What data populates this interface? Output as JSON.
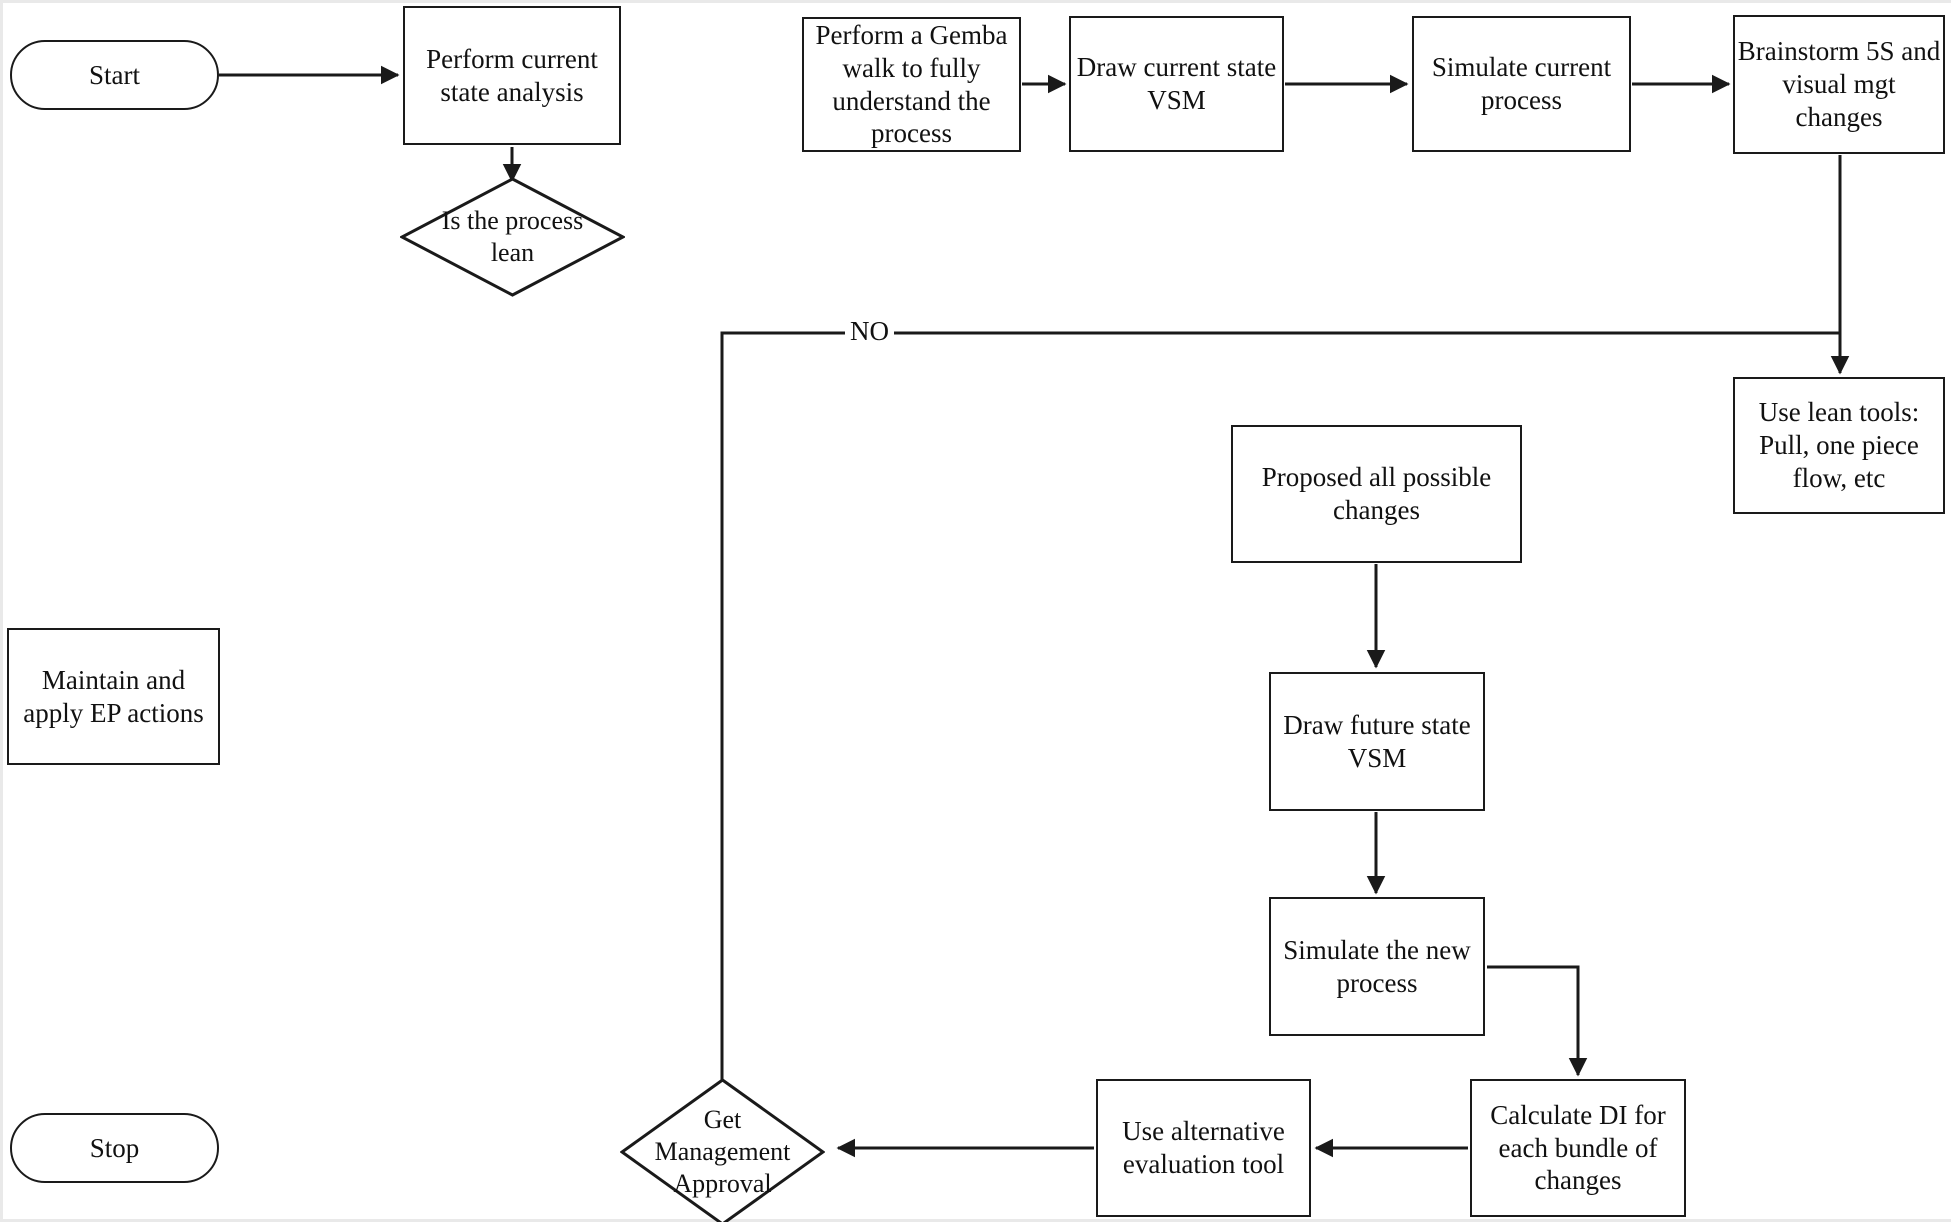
{
  "diagram": {
    "type": "flowchart",
    "title": "Lean process improvement flowchart",
    "background_color": "#ffffff",
    "line_color": "#1a1a1a",
    "text_color": "#111111"
  },
  "nodes": {
    "start": {
      "label": "Start",
      "shape": "terminator"
    },
    "perform_current_state_analysis": {
      "label": "Perform current\nstate analysis",
      "shape": "process"
    },
    "is_process_lean": {
      "label": "Is the process\nlean",
      "shape": "decision"
    },
    "gemba_walk": {
      "label": "Perform a Gemba\nwalk to fully\nunderstand the\nprocess",
      "shape": "process"
    },
    "draw_current_state_vsm": {
      "label": "Draw current state\nVSM",
      "shape": "process"
    },
    "simulate_current_process": {
      "label": "Simulate current\nprocess",
      "shape": "process"
    },
    "brainstorm_5s": {
      "label": "Brainstorm 5S and\nvisual mgt\nchanges",
      "shape": "process"
    },
    "use_lean_tools": {
      "label": "Use lean tools:\nPull, one piece\nflow, etc",
      "shape": "process"
    },
    "proposed_changes": {
      "label": "Proposed all possible\nchanges",
      "shape": "process"
    },
    "draw_future_state_vsm": {
      "label": "Draw future state\nVSM",
      "shape": "process"
    },
    "simulate_new_process": {
      "label": "Simulate the new\nprocess",
      "shape": "process"
    },
    "calculate_di": {
      "label": "Calculate DI for\neach bundle of\nchanges",
      "shape": "process"
    },
    "use_alternative_evaluation_tool": {
      "label": "Use alternative\nevaluation tool",
      "shape": "process"
    },
    "get_management_approval": {
      "label": "Get\nManagement\nApproval",
      "shape": "decision"
    },
    "maintain_apply_ep": {
      "label": "Maintain and\napply EP actions",
      "shape": "process"
    },
    "stop": {
      "label": "Stop",
      "shape": "terminator"
    }
  },
  "edge_labels": {
    "no": "NO"
  },
  "edges": [
    {
      "from": "start",
      "to": "perform_current_state_analysis",
      "label": ""
    },
    {
      "from": "perform_current_state_analysis",
      "to": "is_process_lean",
      "label": ""
    },
    {
      "from": "gemba_walk",
      "to": "draw_current_state_vsm",
      "label": ""
    },
    {
      "from": "draw_current_state_vsm",
      "to": "simulate_current_process",
      "label": ""
    },
    {
      "from": "simulate_current_process",
      "to": "brainstorm_5s",
      "label": ""
    },
    {
      "from": "brainstorm_5s",
      "to": "use_lean_tools",
      "label": ""
    },
    {
      "from": "is_process_lean",
      "to": "brainstorm_5s",
      "label": "NO"
    },
    {
      "from": "proposed_changes",
      "to": "draw_future_state_vsm",
      "label": ""
    },
    {
      "from": "draw_future_state_vsm",
      "to": "simulate_new_process",
      "label": ""
    },
    {
      "from": "simulate_new_process",
      "to": "calculate_di",
      "label": ""
    },
    {
      "from": "calculate_di",
      "to": "use_alternative_evaluation_tool",
      "label": ""
    },
    {
      "from": "use_alternative_evaluation_tool",
      "to": "get_management_approval",
      "label": ""
    }
  ]
}
